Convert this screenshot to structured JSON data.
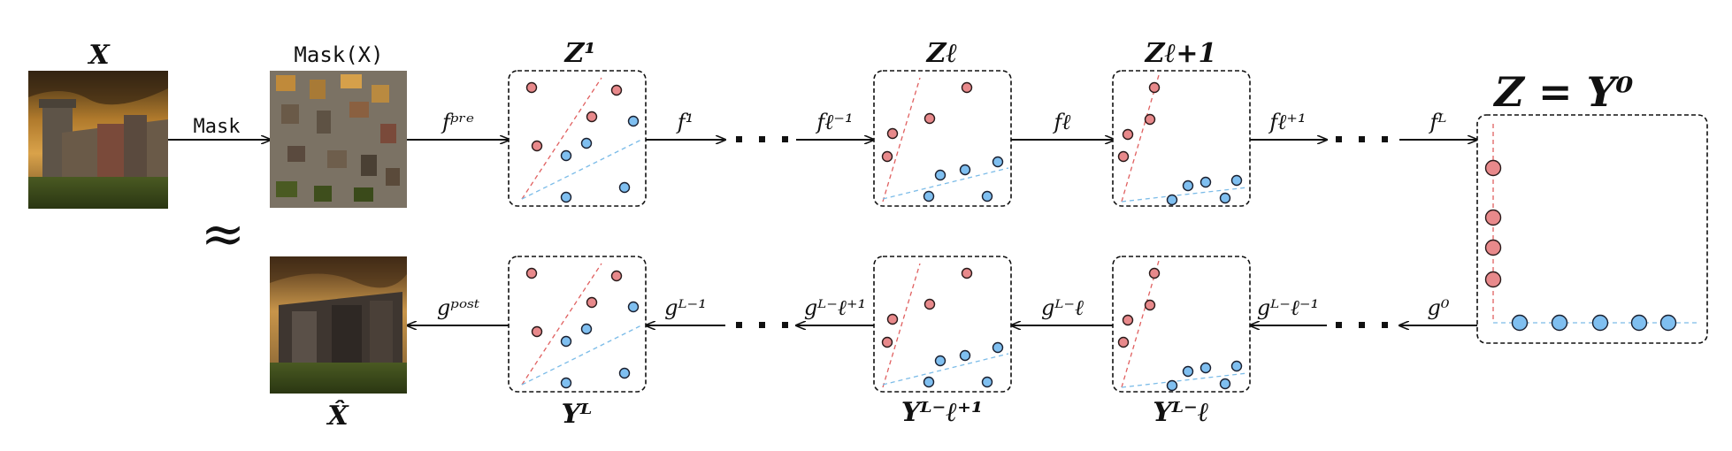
{
  "labels": {
    "x": "X",
    "mask_x": "Mask(X)",
    "mask": "Mask",
    "approx": "≈",
    "x_hat": "X̂",
    "z1": "Z¹",
    "zl": "Zℓ",
    "zl1": "Zℓ+1",
    "z_eq_y0": "Z = Y⁰",
    "yl_cap": "Yᴸ",
    "y_l_l1": "Yᴸ⁻ℓ⁺¹",
    "y_l_l": "Yᴸ⁻ℓ",
    "f_pre": "fᵖʳᵉ",
    "f1": "f¹",
    "f_l_minus1": "fℓ⁻¹",
    "f_l": "fℓ",
    "f_l_plus1": "fℓ⁺¹",
    "f_L": "fᴸ",
    "g0": "g⁰",
    "g_L_l_1": "gᴸ⁻ℓ⁻¹",
    "g_L_l": "gᴸ⁻ℓ",
    "g_L_l_plus1": "gᴸ⁻ℓ⁺¹",
    "g_L_1": "gᴸ⁻¹",
    "g_post": "gᵖᵒˢᵗ"
  },
  "colors": {
    "red_points": "#e8898b",
    "blue_points": "#7fbff0",
    "red_line": "#e06060",
    "blue_line": "#7cbce8"
  }
}
